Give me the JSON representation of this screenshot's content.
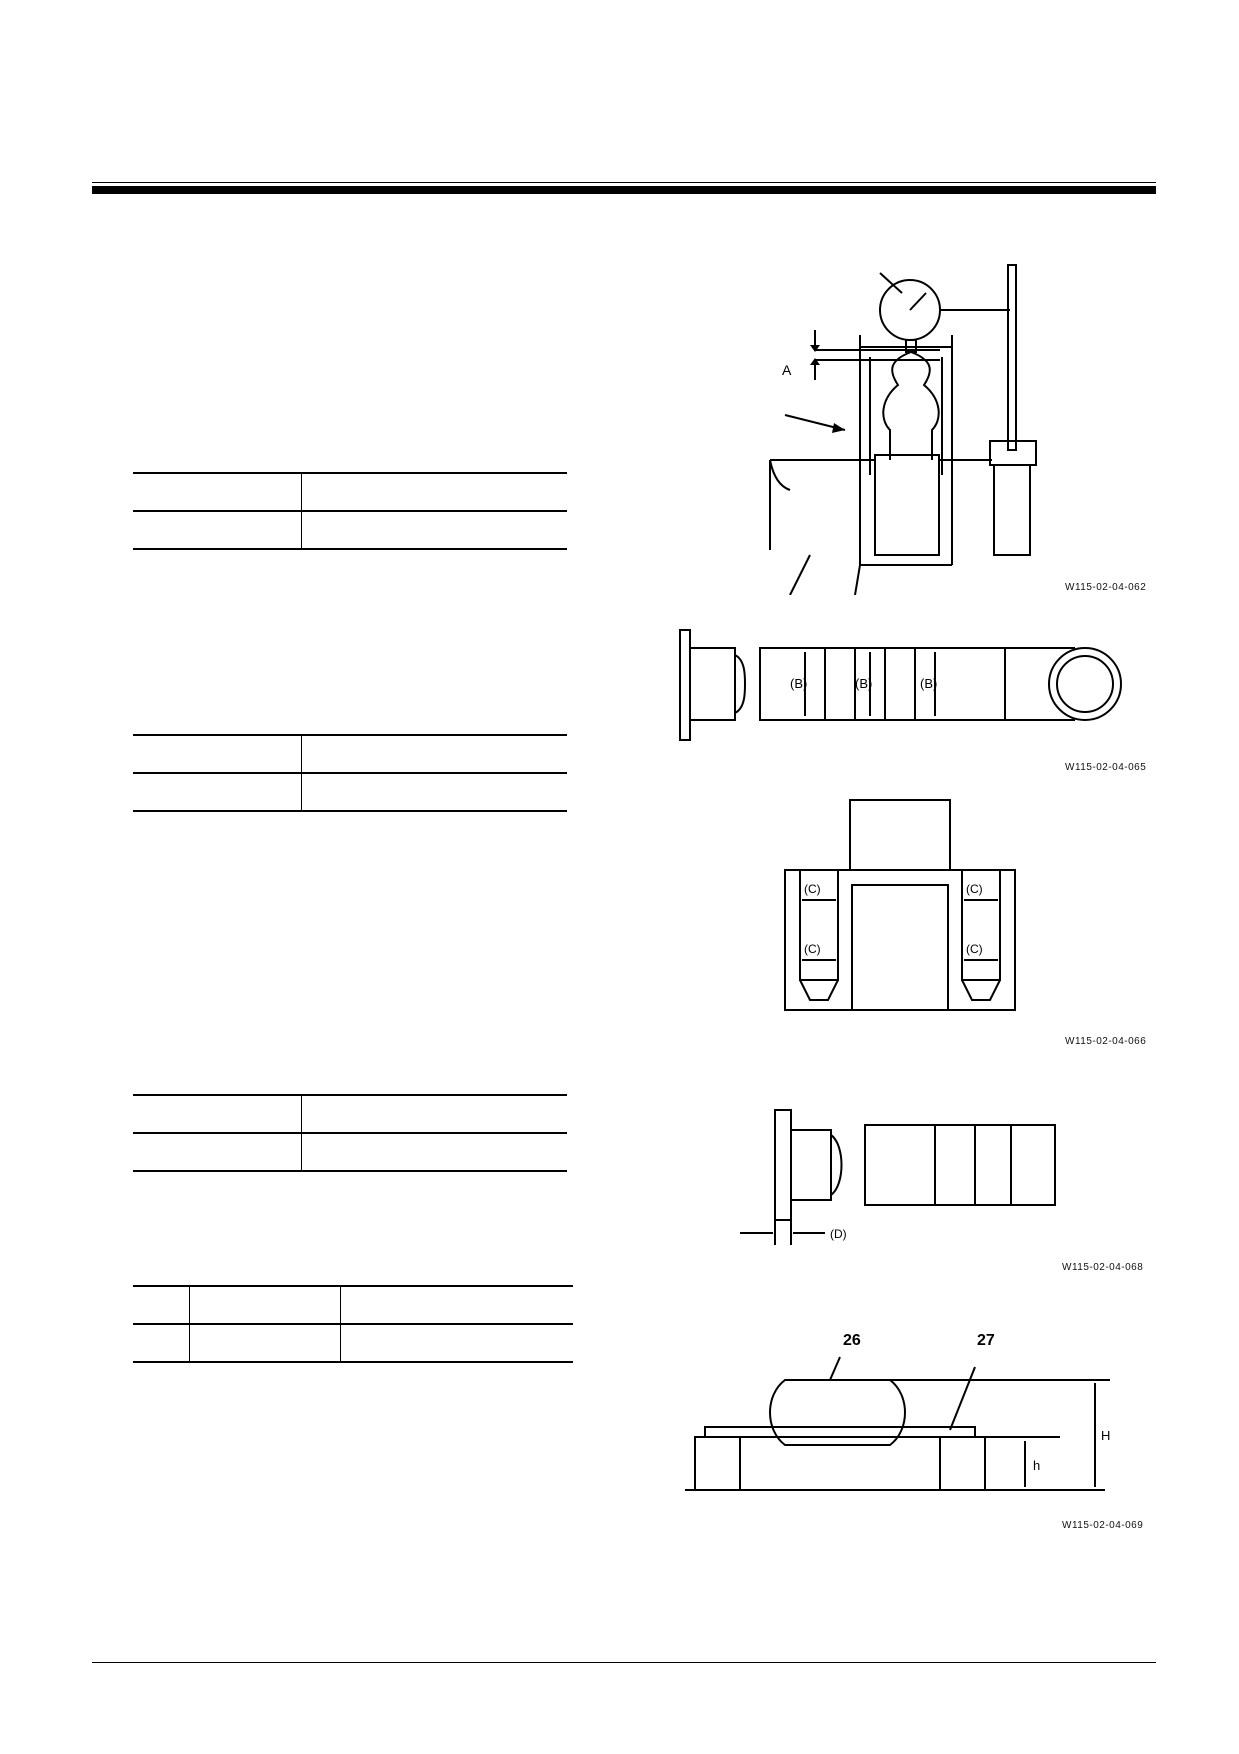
{
  "figures": [
    {
      "id": "dial-gauge-setup",
      "caption": "W115-02-04-062",
      "labels": [
        "A"
      ]
    },
    {
      "id": "spool-b",
      "caption": "W115-02-04-065",
      "labels": [
        "(B)",
        "(B)",
        "(B)"
      ]
    },
    {
      "id": "housing-c",
      "caption": "W115-02-04-066",
      "labels": [
        "(C)",
        "(C)",
        "(C)",
        "(C)"
      ]
    },
    {
      "id": "spool-d",
      "caption": "W115-02-04-068",
      "labels": [
        "(D)"
      ]
    },
    {
      "id": "block-h",
      "caption": "W115-02-04-069",
      "labels": [
        "26",
        "27",
        "H",
        "h"
      ]
    }
  ]
}
